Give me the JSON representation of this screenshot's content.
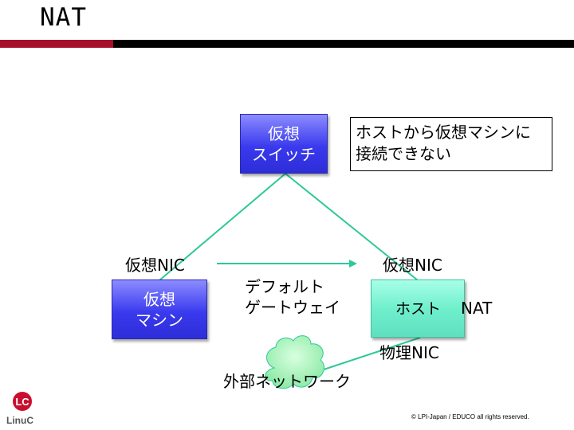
{
  "slide": {
    "title": "NAT",
    "copyright": "© LPI-Japan / EDUCO all rights reserved.",
    "logo_text": "LinuC",
    "logo_mark": "LC"
  },
  "nodes": {
    "virtual_switch": {
      "line1": "仮想",
      "line2": "スイッチ"
    },
    "virtual_machine": {
      "line1": "仮想",
      "line2": "マシン"
    },
    "host": {
      "label": "ホスト"
    }
  },
  "labels": {
    "virtual_nic_vm": "仮想NIC",
    "virtual_nic_host": "仮想NIC",
    "default_gateway_line1": "デフォルト",
    "default_gateway_line2": "ゲートウェイ",
    "nat": "NAT",
    "physical_nic": "物理NIC",
    "external_network": "外部ネットワーク"
  },
  "note": {
    "line1": "ホストから仮想マシンに",
    "line2": "接続できない"
  },
  "colors": {
    "accent_red": "#a5102a",
    "connector_green": "#2ec89a",
    "node_blue": "#3a3aee",
    "host_green": "#70efcc",
    "cloud_green": "#a8f5b8"
  },
  "icons": {
    "nat_arrow": "double-headed-vertical-arrow-icon",
    "gateway_arrow": "right-arrow-icon",
    "network": "cloud-icon"
  }
}
